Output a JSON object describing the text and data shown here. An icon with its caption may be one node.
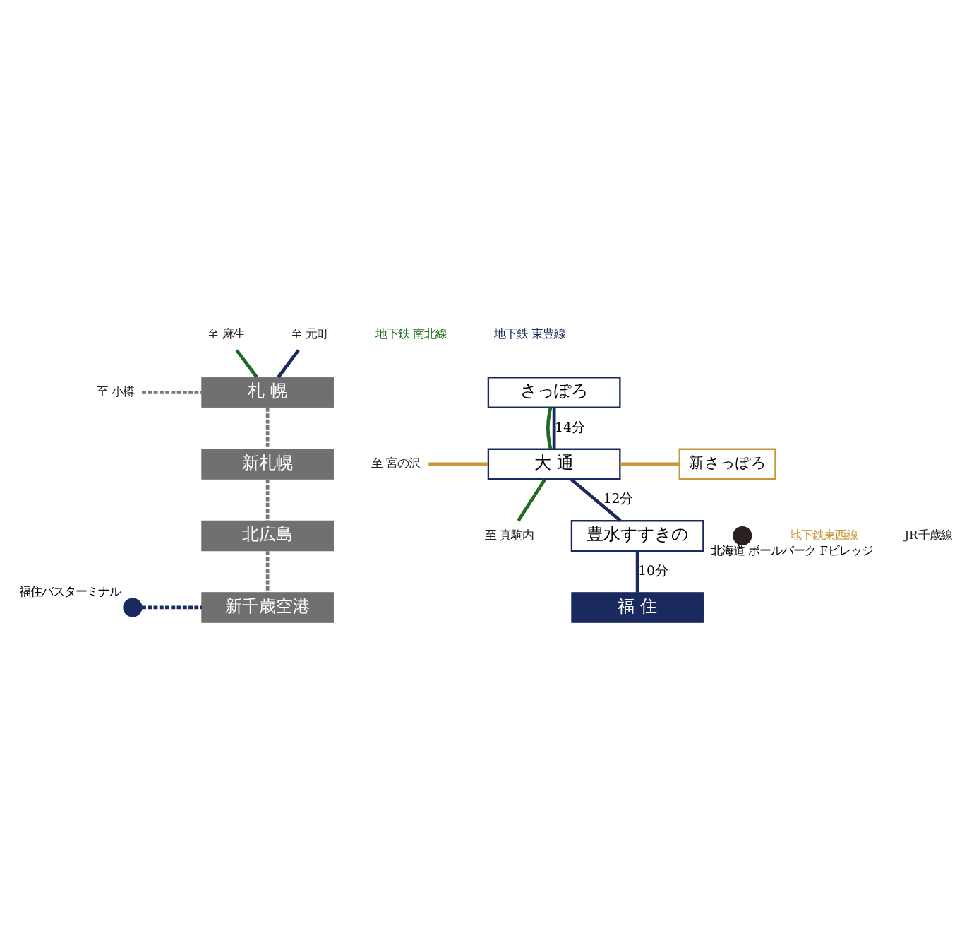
{
  "diagram": {
    "nodes": [
      {
        "text": [
          "至 麻生"
        ]
      },
      {
        "text": [
          "至 元町"
        ]
      },
      {
        "text": [
          "至 小樽"
        ]
      },
      {
        "text": [
          "札 幌"
        ]
      },
      {
        "text": [
          "さっぽろ"
        ]
      },
      {
        "text": [
          "至 宮の沢"
        ]
      },
      {
        "text": [
          "大 通"
        ]
      },
      {
        "text": [
          "新さっぽろ"
        ]
      },
      {
        "text": [
          "新札幌"
        ]
      },
      {
        "text": [
          "至 真駒内"
        ]
      },
      {
        "text": [
          "豊水すすきの"
        ]
      },
      {
        "text": [],
        "shape": "circle",
        "beside": [
          "北海道 ボールパーク Fビレッジ"
        ]
      },
      {
        "text": [
          "北広島"
        ]
      },
      {
        "text": [
          "福 住"
        ]
      },
      {
        "text": [],
        "shape": "circle",
        "beside": [
          "福住バスターミナル"
        ]
      },
      {
        "text": [
          "新千歳空港"
        ]
      }
    ],
    "edges": [
      {
        "from": 0,
        "to": 3,
        "arrow": "none",
        "color": "#1f6b1f"
      },
      {
        "from": 1,
        "to": 3,
        "arrow": "none",
        "color": "#1a2a5e"
      },
      {
        "from": 2,
        "to": 3,
        "arrow": "none",
        "style": "dashed",
        "color": "#777777"
      },
      {
        "from": 3,
        "to": 8,
        "arrow": "none",
        "style": "dashed",
        "color": "#777777"
      },
      {
        "from": 4,
        "to": 6,
        "arrow": "none",
        "color": "#1f6b1f"
      },
      {
        "from": 4,
        "to": 6,
        "label": "14分",
        "arrow": "none",
        "color": "#1a2a5e"
      },
      {
        "from": 5,
        "to": 6,
        "arrow": "none",
        "color": "#c8963c"
      },
      {
        "from": 6,
        "to": 7,
        "arrow": "none",
        "color": "#c8963c"
      },
      {
        "from": 6,
        "to": 9,
        "arrow": "none",
        "color": "#1f6b1f"
      },
      {
        "from": 6,
        "to": 10,
        "label": "12分",
        "arrow": "none",
        "color": "#1a2a5e"
      },
      {
        "from": 10,
        "to": 13,
        "label": "10分",
        "arrow": "none",
        "color": "#1a2a5e"
      },
      {
        "from": 8,
        "to": 12,
        "arrow": "none",
        "style": "dashed",
        "color": "#777777"
      },
      {
        "from": 12,
        "to": 15,
        "arrow": "none",
        "style": "dashed",
        "color": "#777777"
      },
      {
        "from": 14,
        "to": 15,
        "arrow": "none",
        "style": "dashed",
        "color": "#1a2a5e"
      }
    ],
    "labels": [
      "地下鉄 南北線",
      "地下鉄 東豊線",
      "地下鉄東西線",
      "JR千歳線"
    ]
  }
}
